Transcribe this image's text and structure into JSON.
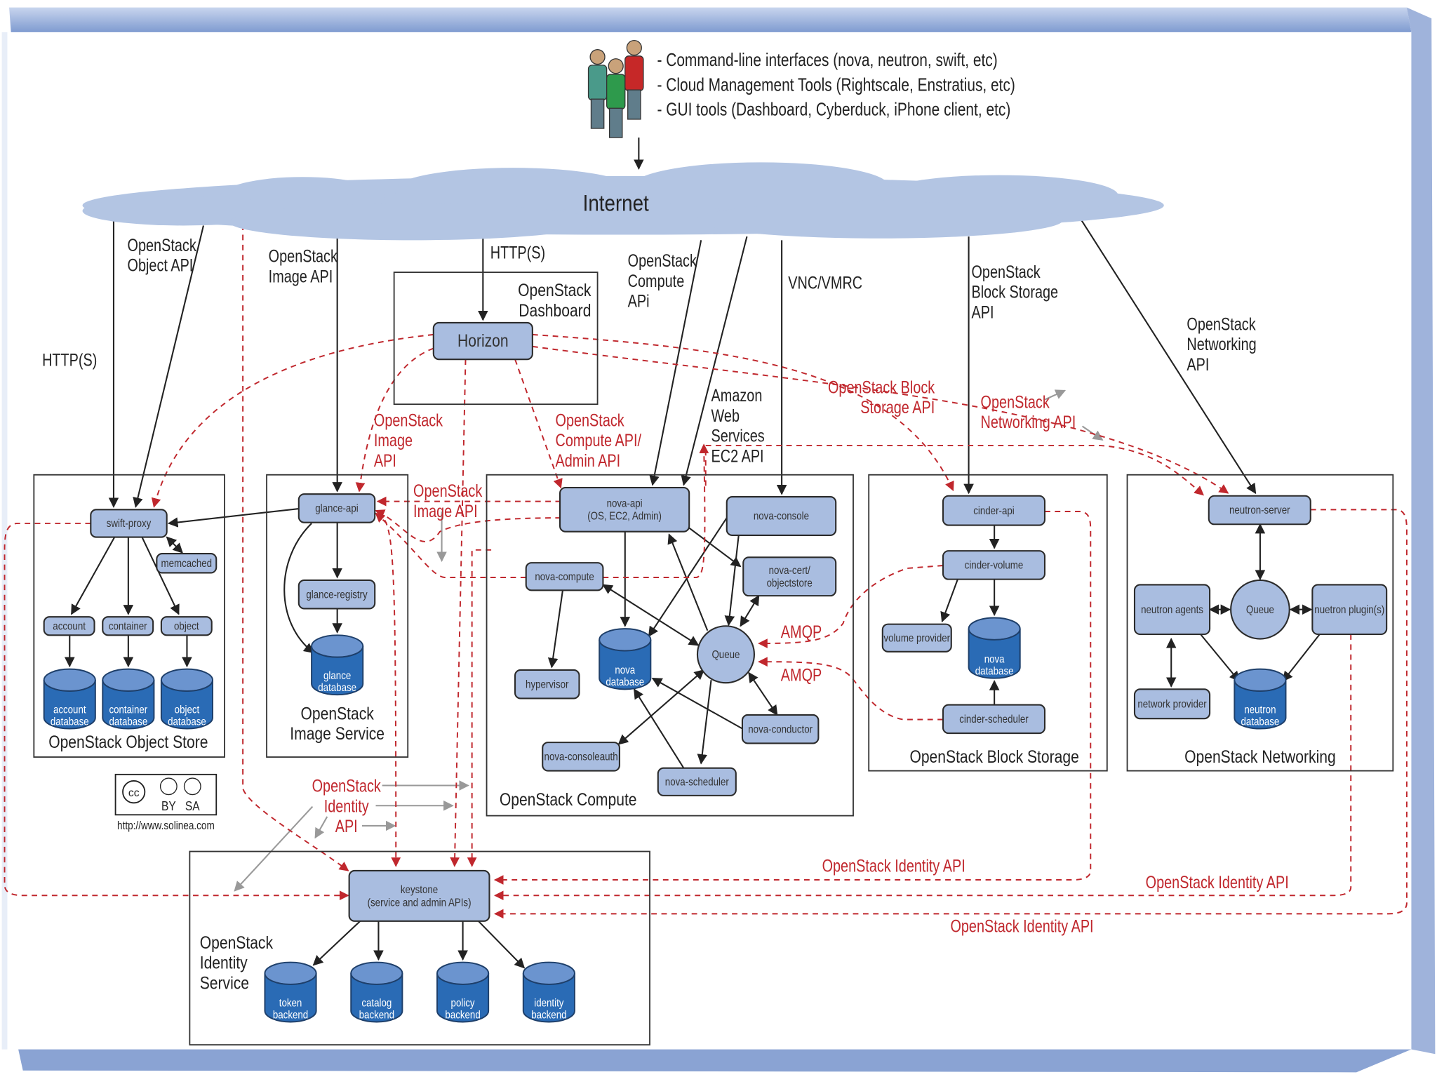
{
  "colors": {
    "node_fill": "#a9bde0",
    "db_fill": "#2a6bb5",
    "db_top": "#6b94cf",
    "cloud": "#b3c5e3",
    "red": "#c0272d",
    "frame": "#8ea7d6",
    "gray_arrow": "#999999"
  },
  "clients": {
    "lines": [
      "- Command-line interfaces (nova, neutron, swift, etc)",
      "- Cloud Management Tools (Rightscale, Enstratius, etc)",
      "- GUI tools (Dashboard, Cyberduck, iPhone client, etc)"
    ],
    "icon": "people-icon"
  },
  "internet": "Internet",
  "services": {
    "object_store": [
      "OpenStack Object Store"
    ],
    "image": [
      "OpenStack",
      "Image Service"
    ],
    "dashboard": [
      "OpenStack",
      "Dashboard"
    ],
    "compute": [
      "OpenStack Compute"
    ],
    "block": [
      "OpenStack Block Storage"
    ],
    "networking": [
      "OpenStack Networking"
    ],
    "identity": [
      "OpenStack",
      "Identity",
      "Service"
    ]
  },
  "nodes": {
    "swift_proxy": [
      "swift-proxy"
    ],
    "memcached": [
      "memcached"
    ],
    "account": [
      "account"
    ],
    "container": [
      "container"
    ],
    "object": [
      "object"
    ],
    "glance_api": [
      "glance-api"
    ],
    "glance_registry": [
      "glance-registry"
    ],
    "horizon": [
      "Horizon"
    ],
    "nova_api": [
      "nova-api",
      "(OS, EC2, Admin)"
    ],
    "nova_console": [
      "nova-console"
    ],
    "nova_compute": [
      "nova-compute"
    ],
    "nova_cert": [
      "nova-cert/",
      "objectstore"
    ],
    "hypervisor": [
      "hypervisor"
    ],
    "nova_consoleauth": [
      "nova-consoleauth"
    ],
    "nova_scheduler": [
      "nova-scheduler"
    ],
    "nova_conductor": [
      "nova-conductor"
    ],
    "cinder_api": [
      "cinder-api"
    ],
    "cinder_volume": [
      "cinder-volume"
    ],
    "volume_provider": [
      "volume provider"
    ],
    "cinder_scheduler": [
      "cinder-scheduler"
    ],
    "neutron_server": [
      "neutron-server"
    ],
    "neutron_agents": [
      "neutron agents"
    ],
    "neutron_plugins": [
      "nuetron plugin(s)"
    ],
    "network_provider": [
      "network provider"
    ],
    "keystone": [
      "keystone",
      "(service and admin APIs)"
    ]
  },
  "queues": {
    "nova_queue": "Queue",
    "neutron_queue": "Queue"
  },
  "databases": {
    "account_db": [
      "account",
      "database"
    ],
    "container_db": [
      "container",
      "database"
    ],
    "object_db": [
      "object",
      "database"
    ],
    "glance_db": [
      "glance",
      "database"
    ],
    "nova_db": [
      "nova",
      "database"
    ],
    "cinder_db": [
      "nova",
      "database"
    ],
    "neutron_db": [
      "neutron",
      "database"
    ],
    "token_db": [
      "token",
      "backend"
    ],
    "catalog_db": [
      "catalog",
      "backend"
    ],
    "policy_db": [
      "policy",
      "backend"
    ],
    "identity_db": [
      "identity",
      "backend"
    ]
  },
  "api_labels": {
    "object_api": [
      "OpenStack",
      "Object API"
    ],
    "http_left": [
      "HTTP(S)"
    ],
    "image_api": [
      "OpenStack",
      "Image API"
    ],
    "http_center": [
      "HTTP(S)"
    ],
    "compute_api": [
      "OpenStack",
      "Compute",
      "APi"
    ],
    "vnc": [
      "VNC/VMRC"
    ],
    "block_api": [
      "OpenStack",
      "Block Storage",
      "API"
    ],
    "networking_api": [
      "OpenStack",
      "Networking",
      "API"
    ],
    "ec2_api": [
      "Amazon",
      "Web",
      "Services",
      "EC2 API"
    ]
  },
  "red_labels": {
    "image_api_r": [
      "OpenStack",
      "Image",
      "API"
    ],
    "compute_admin_api": [
      "OpenStack",
      "Compute API/",
      "Admin API"
    ],
    "block_api_r": [
      "OpenStack Block",
      "Storage API"
    ],
    "networking_api_r": [
      "OpenStack",
      "Networking API"
    ],
    "image_api_r2": [
      "OpenStack",
      "Image API"
    ],
    "amqp1": [
      "AMQP"
    ],
    "amqp2": [
      "AMQP"
    ],
    "identity_api_center": [
      "OpenStack",
      "Identity",
      "API"
    ],
    "identity_api_1": [
      "OpenStack Identity API"
    ],
    "identity_api_2": [
      "OpenStack Identity API"
    ],
    "identity_api_3": [
      "OpenStack Identity API"
    ]
  },
  "license": {
    "cc": "cc",
    "by": "BY",
    "sa": "SA",
    "url": "http://www.solinea.com"
  }
}
